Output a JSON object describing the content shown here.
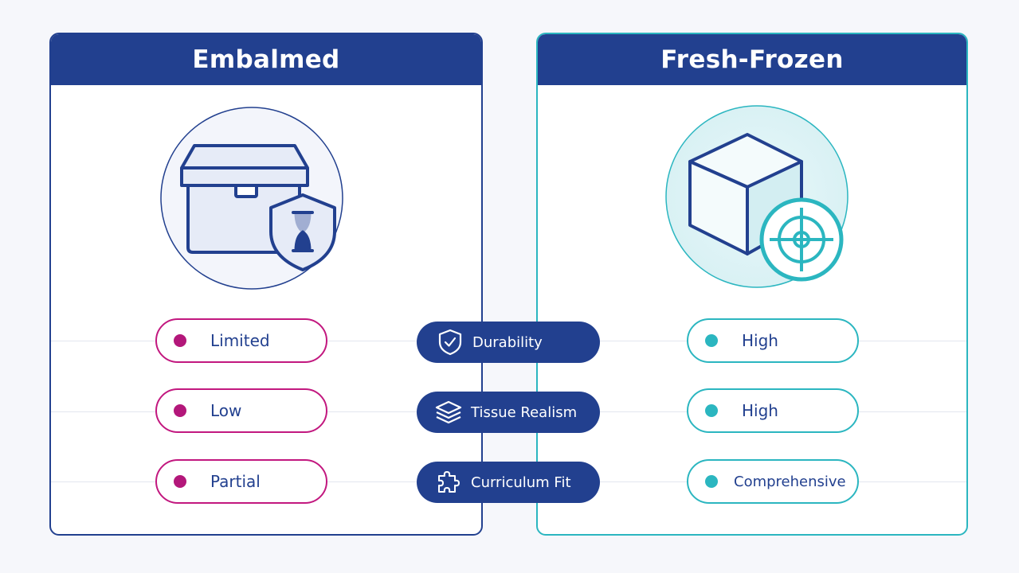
{
  "left_panel": {
    "title": "Embalmed",
    "icon": "box-with-shield-hourglass-icon",
    "values": [
      "Limited",
      "Low",
      "Partial"
    ]
  },
  "right_panel": {
    "title": "Fresh-Frozen",
    "icon": "cube-with-target-icon",
    "values": [
      "High",
      "High",
      "Comprehensive"
    ]
  },
  "criteria": [
    {
      "label": "Durability",
      "icon": "shield-check-icon"
    },
    {
      "label": "Tissue Realism",
      "icon": "layers-icon"
    },
    {
      "label": "Curriculum Fit",
      "icon": "puzzle-icon"
    }
  ],
  "colors": {
    "navy": "#22408f",
    "teal": "#2bb6c0",
    "magenta": "#c2187f"
  }
}
